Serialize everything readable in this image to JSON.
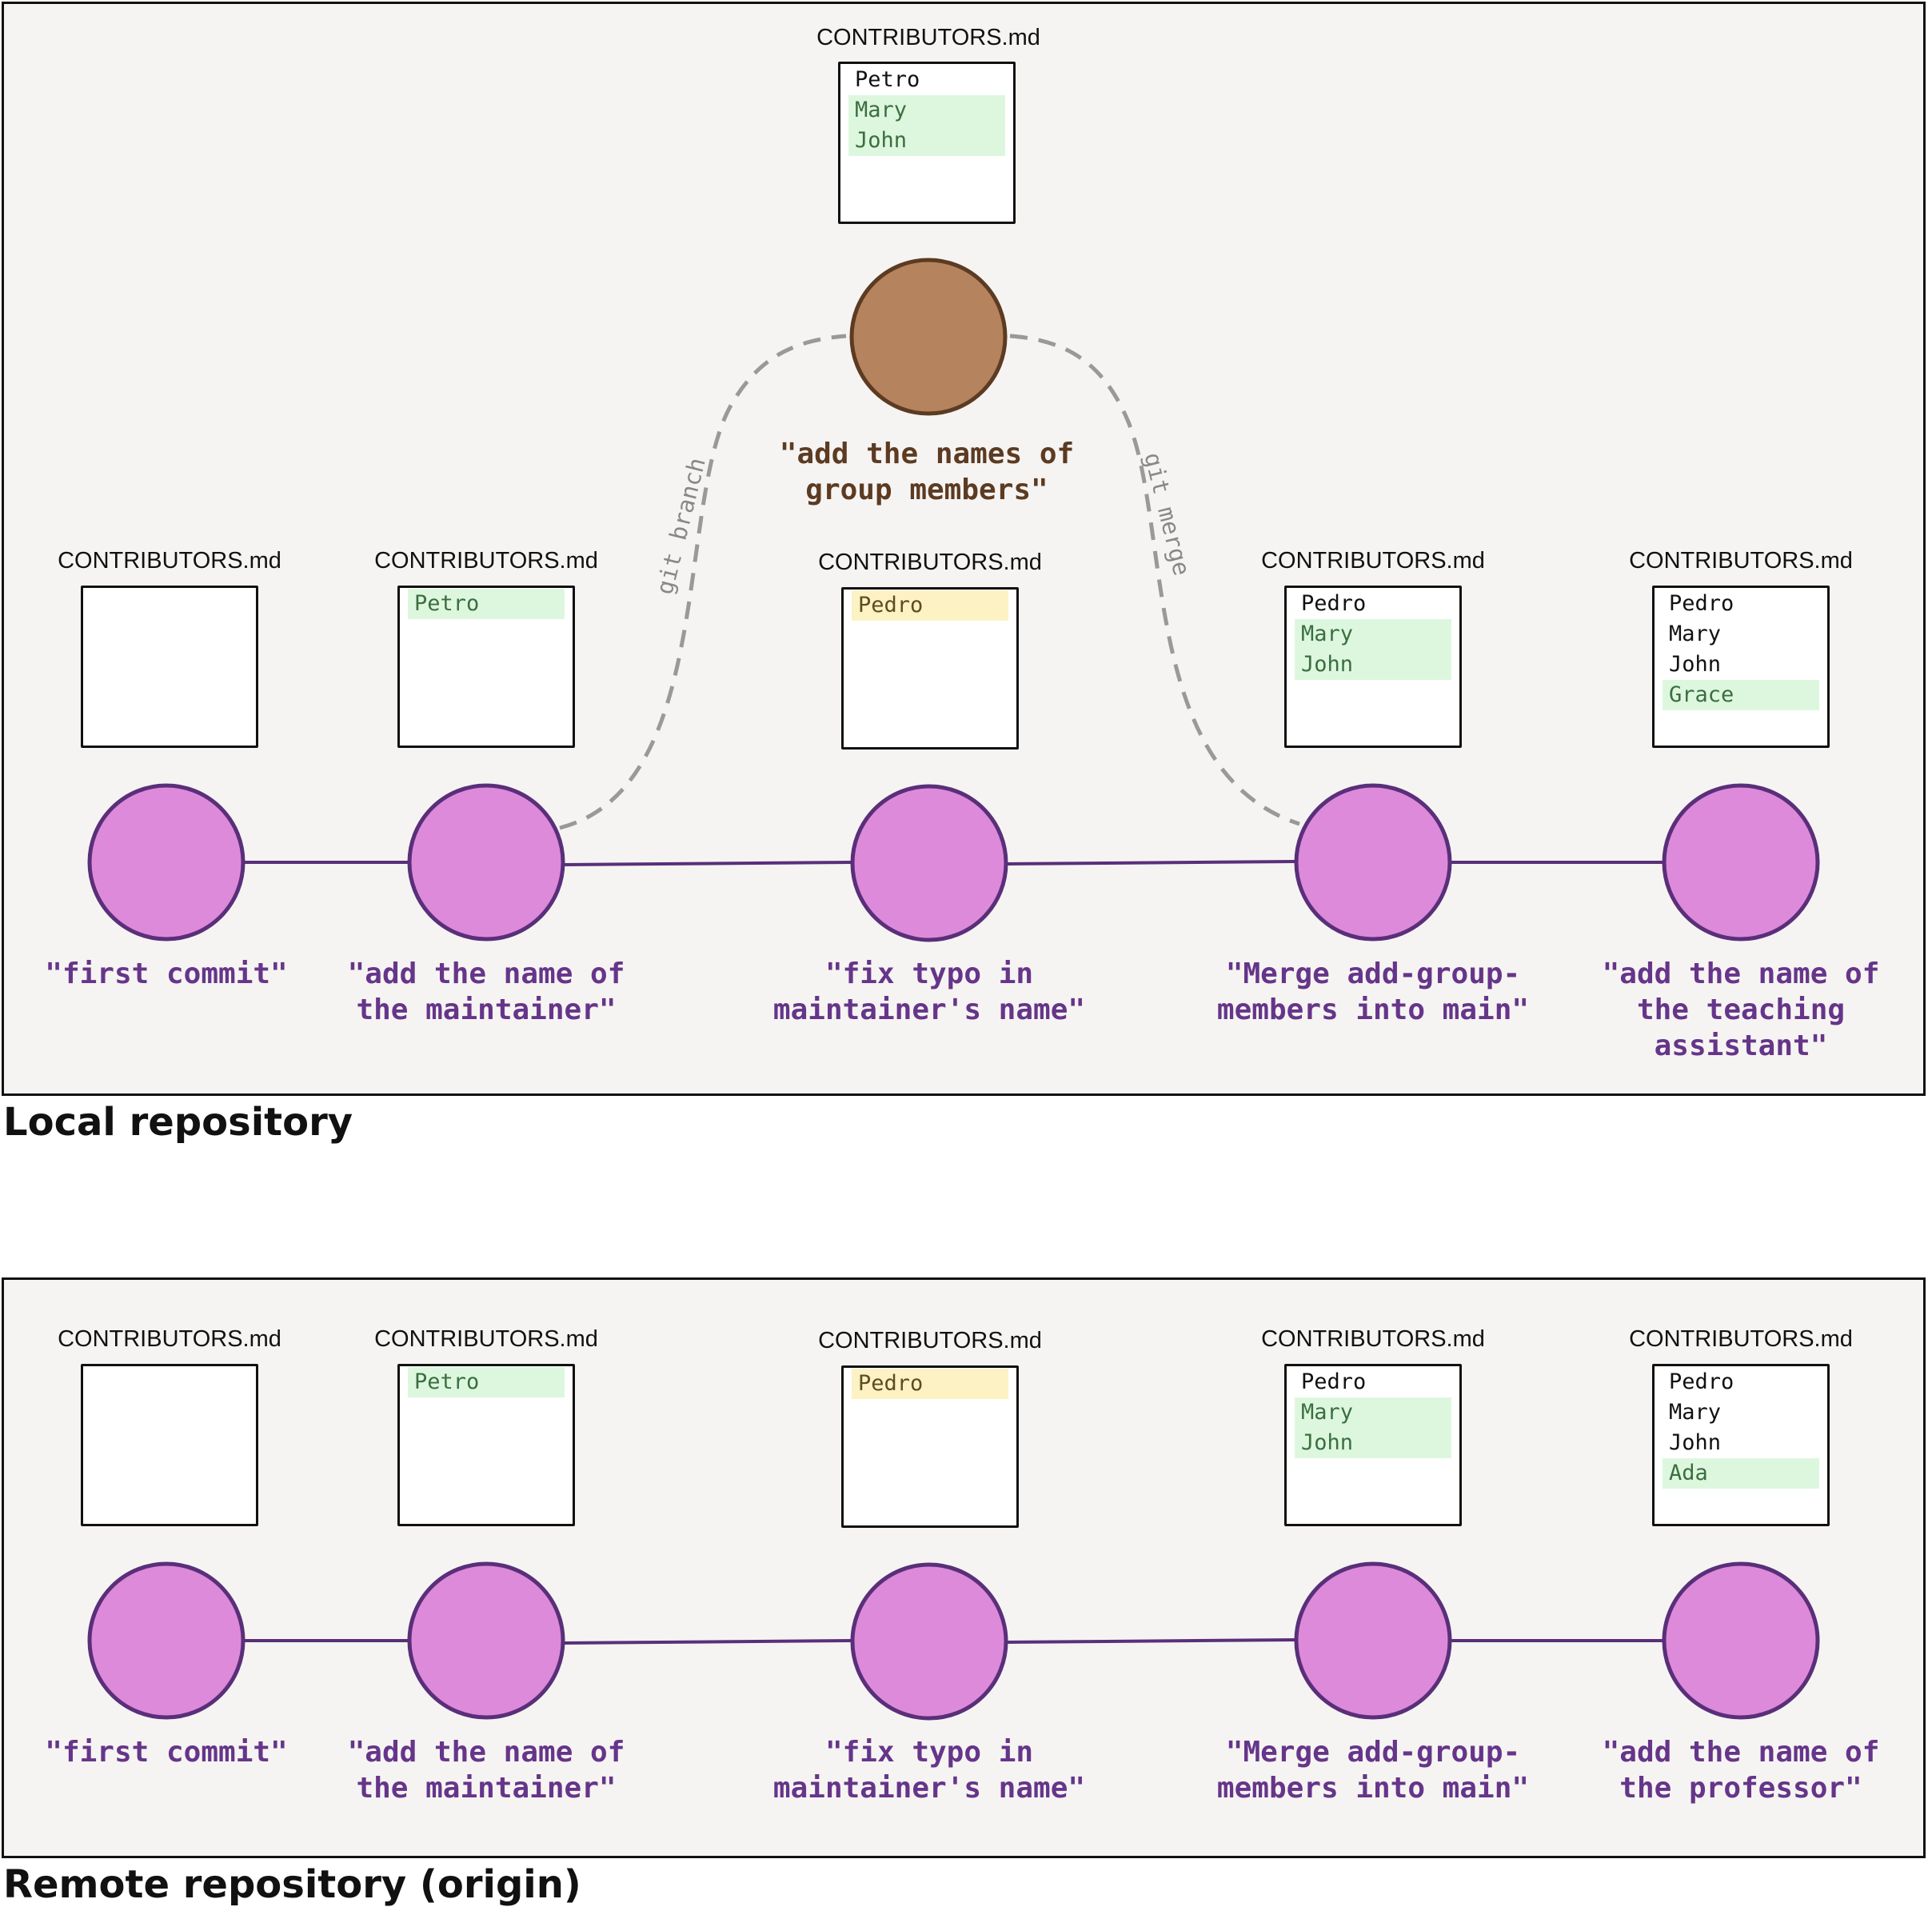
{
  "colors": {
    "panel_bg": "#f5f4f2",
    "commit_fill": "#dd8ada",
    "commit_stroke": "#5a2f7a",
    "branch_commit_fill": "#b5835d",
    "branch_commit_stroke": "#5c3b22",
    "history_line": "#5a2f7a",
    "dashed_line": "#999999",
    "added_line_bg": "#ddf7de",
    "modified_line_bg": "#fdf2c4",
    "commit_message": "#66358a"
  },
  "local": {
    "label": "Local repository",
    "commits": [
      {
        "file": "CONTRIBUTORS.md",
        "lines": [],
        "message": "\"first commit\""
      },
      {
        "file": "CONTRIBUTORS.md",
        "lines": [
          {
            "text": "Petro",
            "status": "added"
          }
        ],
        "message": "\"add the name of\nthe maintainer\""
      },
      {
        "file": "CONTRIBUTORS.md",
        "lines": [
          {
            "text": "Pedro",
            "status": "modified"
          }
        ],
        "message": "\"fix typo in\nmaintainer's name\""
      },
      {
        "file": "CONTRIBUTORS.md",
        "lines": [
          {
            "text": "Pedro",
            "status": "unchanged"
          },
          {
            "text": "Mary",
            "status": "added"
          },
          {
            "text": "John",
            "status": "added"
          }
        ],
        "message": "\"Merge add-group-\nmembers into main\""
      },
      {
        "file": "CONTRIBUTORS.md",
        "lines": [
          {
            "text": "Pedro",
            "status": "unchanged"
          },
          {
            "text": "Mary",
            "status": "unchanged"
          },
          {
            "text": "John",
            "status": "unchanged"
          },
          {
            "text": "Grace",
            "status": "added"
          }
        ],
        "message": "\"add the name of\nthe teaching\nassistant\""
      }
    ],
    "branch_commit": {
      "file": "CONTRIBUTORS.md",
      "lines": [
        {
          "text": "Petro",
          "status": "unchanged"
        },
        {
          "text": "Mary",
          "status": "added"
        },
        {
          "text": "John",
          "status": "added"
        }
      ],
      "message": "\"add the names of\ngroup members\""
    },
    "branch_label": "git branch",
    "merge_label": "git merge"
  },
  "remote": {
    "label": "Remote repository (origin)",
    "commits": [
      {
        "file": "CONTRIBUTORS.md",
        "lines": [],
        "message": "\"first commit\""
      },
      {
        "file": "CONTRIBUTORS.md",
        "lines": [
          {
            "text": "Petro",
            "status": "added"
          }
        ],
        "message": "\"add the name of\nthe maintainer\""
      },
      {
        "file": "CONTRIBUTORS.md",
        "lines": [
          {
            "text": "Pedro",
            "status": "modified"
          }
        ],
        "message": "\"fix typo in\nmaintainer's name\""
      },
      {
        "file": "CONTRIBUTORS.md",
        "lines": [
          {
            "text": "Pedro",
            "status": "unchanged"
          },
          {
            "text": "Mary",
            "status": "added"
          },
          {
            "text": "John",
            "status": "added"
          }
        ],
        "message": "\"Merge add-group-\nmembers into main\""
      },
      {
        "file": "CONTRIBUTORS.md",
        "lines": [
          {
            "text": "Pedro",
            "status": "unchanged"
          },
          {
            "text": "Mary",
            "status": "unchanged"
          },
          {
            "text": "John",
            "status": "unchanged"
          },
          {
            "text": "Ada",
            "status": "added"
          }
        ],
        "message": "\"add the name of\nthe professor\""
      }
    ]
  }
}
